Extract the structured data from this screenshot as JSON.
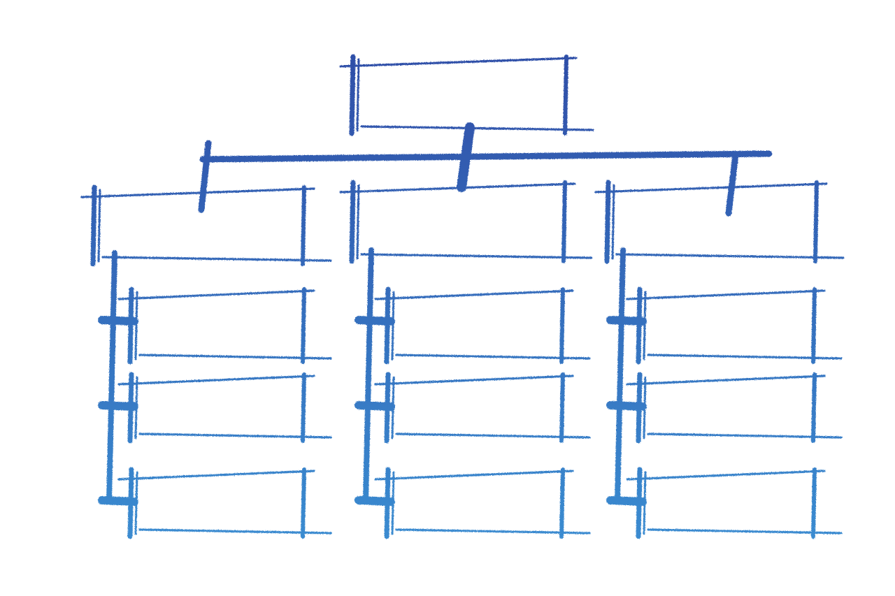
{
  "diagram": {
    "type": "org-chart-sketch",
    "style": "hand-drawn crayon",
    "colors": {
      "top": "#2f4fa8",
      "bottom": "#3a8bd0",
      "background": "#ffffff"
    },
    "nodes": [
      {
        "id": "root",
        "label": "",
        "level": 0
      },
      {
        "id": "branch-1",
        "label": "",
        "level": 1,
        "parent": "root"
      },
      {
        "id": "branch-2",
        "label": "",
        "level": 1,
        "parent": "root"
      },
      {
        "id": "branch-3",
        "label": "",
        "level": 1,
        "parent": "root"
      },
      {
        "id": "leaf-1-1",
        "label": "",
        "level": 2,
        "parent": "branch-1"
      },
      {
        "id": "leaf-1-2",
        "label": "",
        "level": 2,
        "parent": "branch-1"
      },
      {
        "id": "leaf-1-3",
        "label": "",
        "level": 2,
        "parent": "branch-1"
      },
      {
        "id": "leaf-2-1",
        "label": "",
        "level": 2,
        "parent": "branch-2"
      },
      {
        "id": "leaf-2-2",
        "label": "",
        "level": 2,
        "parent": "branch-2"
      },
      {
        "id": "leaf-2-3",
        "label": "",
        "level": 2,
        "parent": "branch-2"
      },
      {
        "id": "leaf-3-1",
        "label": "",
        "level": 2,
        "parent": "branch-3"
      },
      {
        "id": "leaf-3-2",
        "label": "",
        "level": 2,
        "parent": "branch-3"
      },
      {
        "id": "leaf-3-3",
        "label": "",
        "level": 2,
        "parent": "branch-3"
      }
    ]
  }
}
